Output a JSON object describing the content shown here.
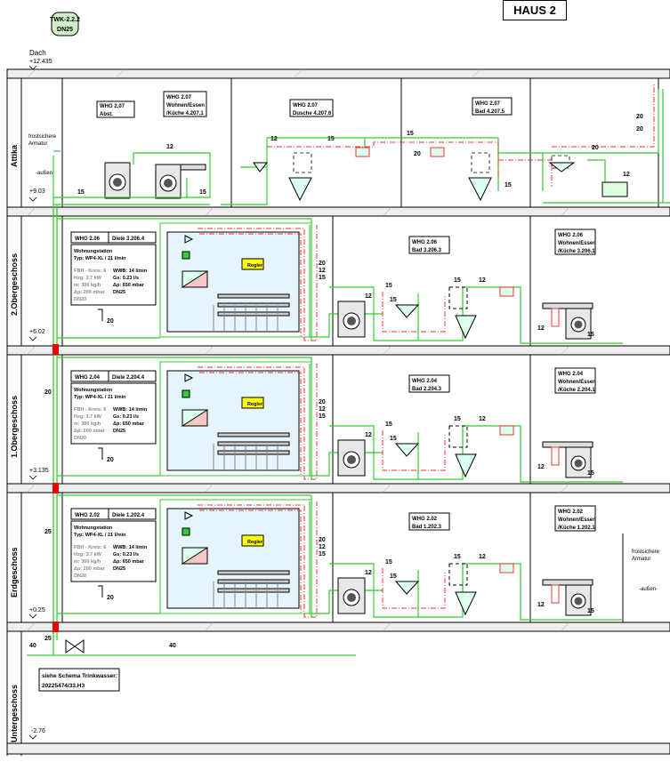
{
  "title": "HAUS 2",
  "riser": {
    "id": "TWK-2.2.2",
    "dn": "DN25"
  },
  "levels": [
    {
      "name": "Attika",
      "elev_top": "+12.435",
      "elev_top_label": "Dach",
      "elev": "+9.03"
    },
    {
      "name": "2.Obergeschoss",
      "elev": "+6.02"
    },
    {
      "name": "1.Obergeschoss",
      "elev": "+3.135"
    },
    {
      "name": "Erdgeschoss",
      "elev": "+0.25"
    },
    {
      "name": "Untergeschoss",
      "elev": "-2.76"
    }
  ],
  "attika": {
    "frost_label": [
      "frostsichere",
      "Armatur"
    ],
    "aussen": "-außen-",
    "boxes": [
      {
        "lines": [
          "WHG 2.07",
          "Abst."
        ]
      },
      {
        "lines": [
          "WHG 2.07",
          "Wohnen/Essen",
          "/Küche 4.207.1"
        ]
      },
      {
        "lines": [
          "WHG 2.07",
          "Dusche 4.207.6"
        ]
      },
      {
        "lines": [
          "WHG 2.07",
          "Bad 4.207.5"
        ]
      }
    ]
  },
  "floors": [
    {
      "whg": "WHG 2.06",
      "diele": "Diele 3.206.4",
      "bad": [
        "WHG 2.06",
        "Bad 3.206.3"
      ],
      "kueche": [
        "WHG 2.06",
        "Wohnen/Essen",
        "/Küche 3.206.1"
      ]
    },
    {
      "whg": "WHG 2.04",
      "diele": "Diele 2.204.4",
      "bad": [
        "WHG 2.04",
        "Bad 2.204.3"
      ],
      "kueche": [
        "WHG 2.04",
        "Wohnen/Essen",
        "/Küche 2.204.1"
      ]
    },
    {
      "whg": "WHG 2.02",
      "diele": "Diele 1.202.4",
      "bad": [
        "WHG 2.02",
        "Bad 1.202.3"
      ],
      "kueche": [
        "WHG 2.02",
        "Wohnen/Essen",
        "/Küche 1.202.1"
      ]
    }
  ],
  "station": {
    "title": [
      "Wohnungstation",
      "Typ: WP4-XL / 21 l/min"
    ],
    "left": [
      "FBH - Kreis: 6",
      "Hzg: 3.7 kW",
      "m: 300 kg/h",
      "Δp: 200 mbar",
      "DN20"
    ],
    "right": [
      "WWB: 14 l/min",
      "Gs: 0.23 l/s",
      "Δp: 650 mbar",
      "DN25"
    ],
    "regler": "Regler"
  },
  "eg_frost": [
    "frostsichere",
    "Armatur"
  ],
  "eg_aussen": "-außen-",
  "ug_note": [
    "siehe Schema Trinkwasser:",
    "20225474/33.H3"
  ],
  "dims": {
    "d12": "12",
    "d15": "15",
    "d20": "20",
    "d25": "25",
    "d40": "40"
  }
}
